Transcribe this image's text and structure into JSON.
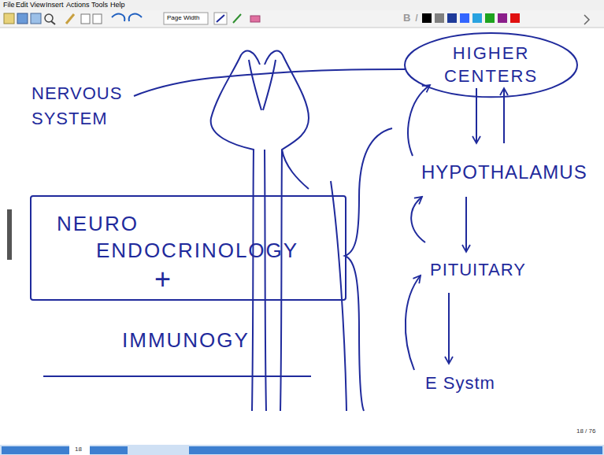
{
  "diagram": {
    "nodes": [
      {
        "text": [
          "HIGHER CENTERS"
        ]
      },
      {
        "text": [
          "NEURO ENDOCRINOLOGY"
        ]
      }
    ],
    "labels": [
      "File",
      "Edit",
      "View",
      "Insert",
      "Actions",
      "Tools",
      "Help",
      "Page Width",
      "B",
      "I",
      "NERVOUS SYSTEM",
      "HYPOTHALAMUS",
      "PITUITARY",
      "E Systm",
      "+",
      "IMMUNOGY",
      "18 / 76",
      "18"
    ]
  }
}
